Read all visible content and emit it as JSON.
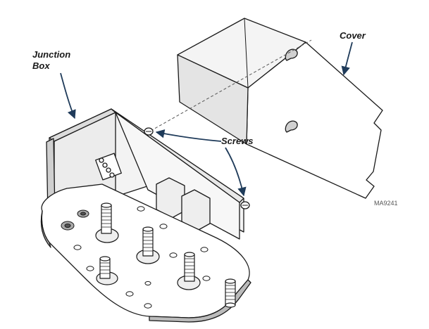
{
  "labels": {
    "junction_line1": "Junction",
    "junction_line2": "Box",
    "cover": "Cover",
    "screws": "Screws",
    "figure_id": "MA9241"
  },
  "colors": {
    "line": "#1a1a1a",
    "arrow": "#1f3b5a",
    "fill_light": "#f2f2f2",
    "fill_mid": "#d9d9d9",
    "fill_dark": "#9a9a9a"
  }
}
